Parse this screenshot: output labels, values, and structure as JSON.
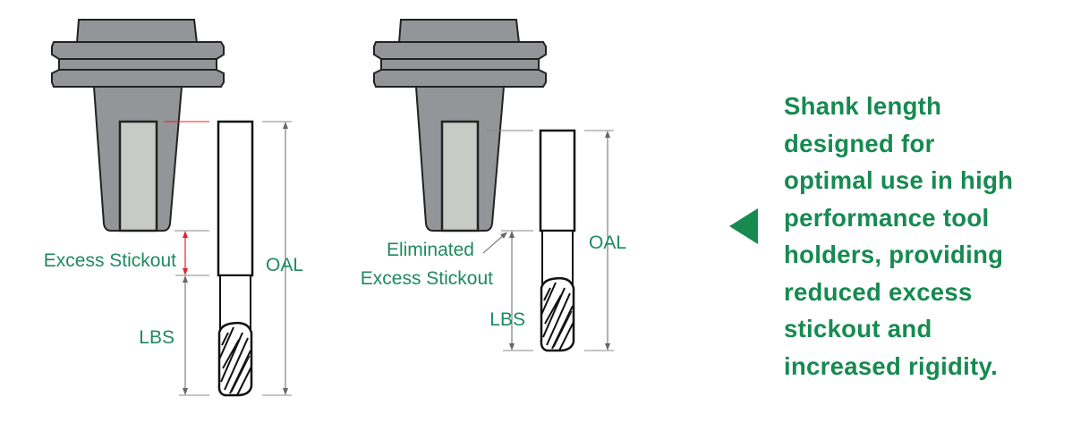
{
  "labels": {
    "excess_stickout": "Excess Stickout",
    "oal": "OAL",
    "lbs": "LBS",
    "eliminated_line1": "Eliminated",
    "eliminated_line2": "Excess Stickout"
  },
  "headline": [
    "Shank length",
    "designed for",
    "optimal use in high",
    "performance tool",
    "holders, providing",
    "reduced excess",
    "stickout and",
    "increased rigidity."
  ],
  "colors": {
    "green": "#168a50",
    "holder": "#939598",
    "insert": "#c8cac6",
    "red": "#e8202a"
  }
}
